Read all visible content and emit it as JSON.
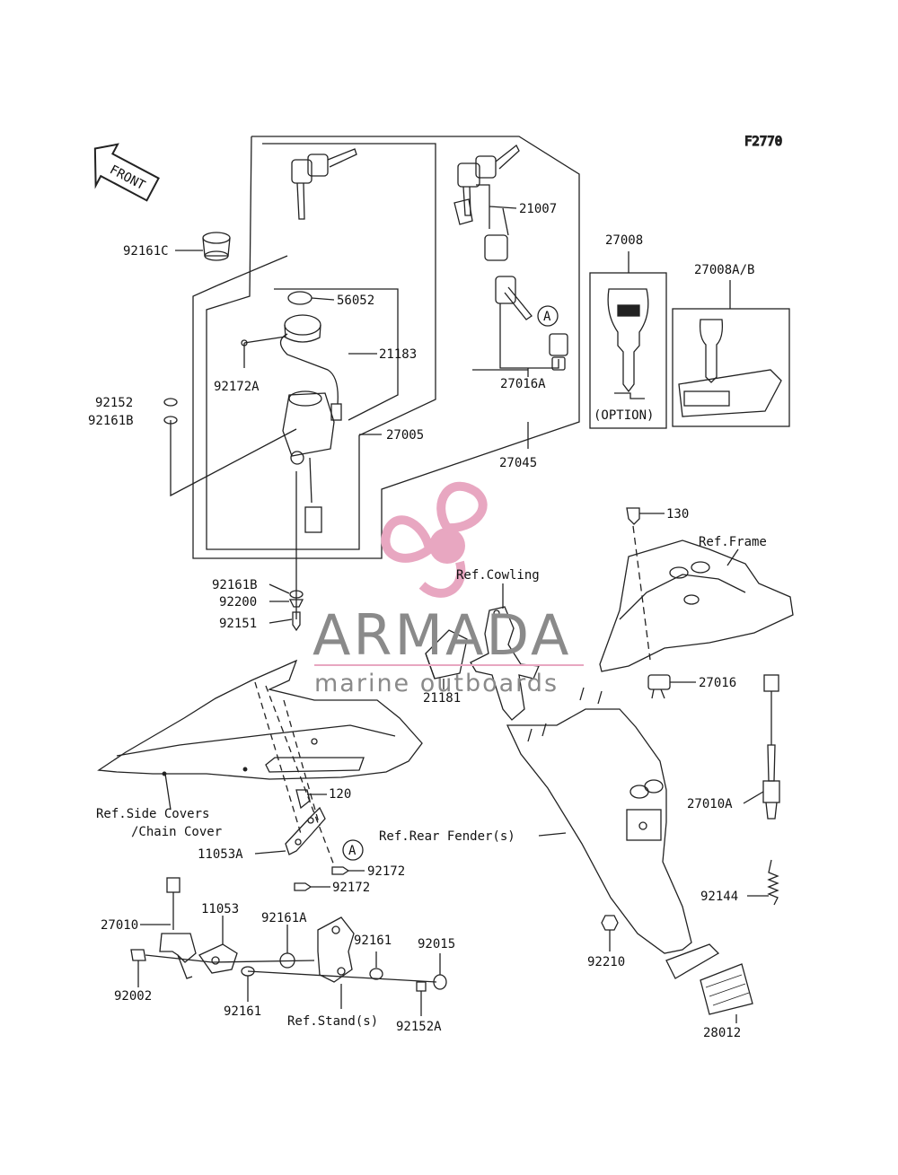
{
  "figure_code": "F2770",
  "front_label": "FRONT",
  "watermark": {
    "brand": "ARMADA",
    "tagline": "marine outboards"
  },
  "callouts": {
    "p92161C": "92161C",
    "p56052": "56052",
    "p21183": "21183",
    "p92172A": "92172A",
    "p92152": "92152",
    "p92161B_top": "92161B",
    "p27005": "27005",
    "p21007": "21007",
    "p27016A": "27016A",
    "p27045": "27045",
    "p27008": "27008",
    "p27008AB": "27008A/B",
    "option": "(OPTION)",
    "p130": "130",
    "ref_frame": "Ref.Frame",
    "ref_cowling": "Ref.Cowling",
    "p92161B_bot": "92161B",
    "p92200": "92200",
    "p92151": "92151",
    "p21181": "21181",
    "p27016": "27016",
    "ref_side_covers": "Ref.Side Covers",
    "chain_cover": "/Chain Cover",
    "p120": "120",
    "p11053A": "11053A",
    "ref_rear_fender": "Ref.Rear Fender(s)",
    "p27010A": "27010A",
    "p92172_a": "92172",
    "p92172_b": "92172",
    "p92144": "92144",
    "p27010": "27010",
    "p11053": "11053",
    "p92161A": "92161A",
    "p92161_a": "92161",
    "p92015": "92015",
    "p92002": "92002",
    "p92161_b": "92161",
    "ref_stand": "Ref.Stand(s)",
    "p92152A": "92152A",
    "p92210": "92210",
    "p28012": "28012",
    "marker_a1": "A",
    "marker_a2": "A"
  }
}
